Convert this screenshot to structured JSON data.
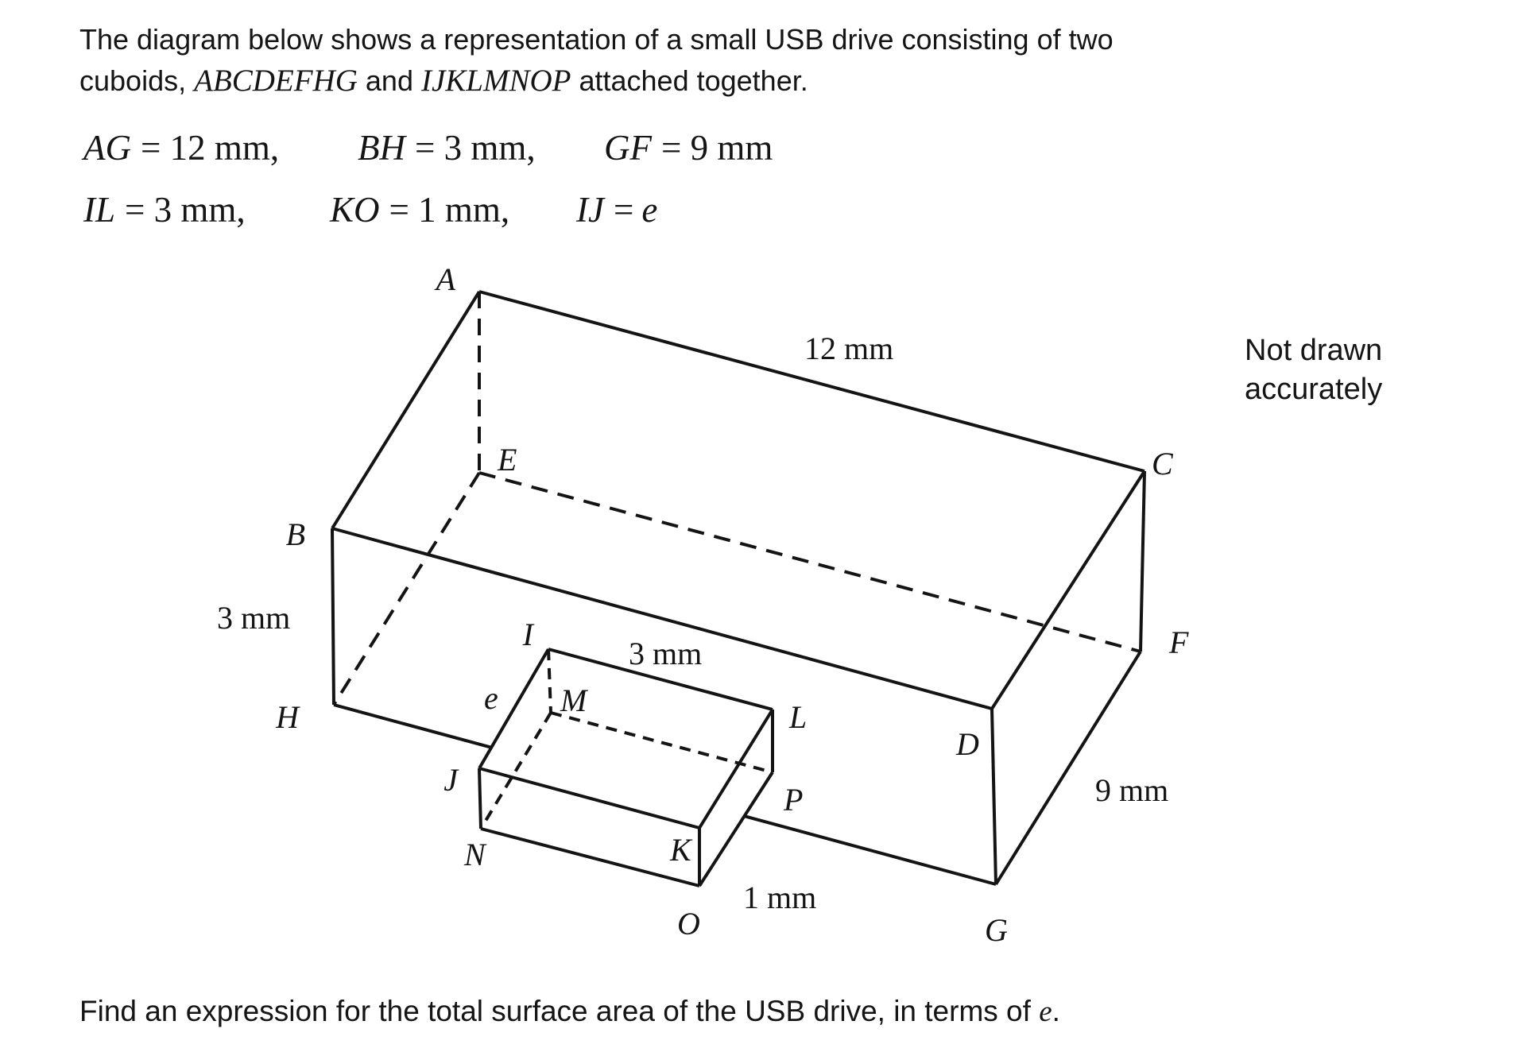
{
  "intro": {
    "line1": "The diagram below shows a representation of a small USB drive consisting of two",
    "line2_pre": "cuboids, ",
    "cuboid1": "ABCDEFHG",
    "line2_mid": " and ",
    "cuboid2": "IJKLMNOP",
    "line2_post": " attached together."
  },
  "given": {
    "eq1_var": "AG",
    "eq1_val": "= 12 mm,",
    "eq2_var": "BH",
    "eq2_val": "= 3 mm,",
    "eq3_var": "GF",
    "eq3_val": "= 9 mm",
    "eq4_var": "IL",
    "eq4_val": "= 3 mm,",
    "eq5_var": "KO",
    "eq5_val": "= 1 mm,",
    "eq6_var": "IJ",
    "eq6_val": "=",
    "eq6_e": "e"
  },
  "note": {
    "line1": "Not drawn",
    "line2": "accurately"
  },
  "diagram": {
    "vertices": {
      "A": "A",
      "B": "B",
      "C": "C",
      "D": "D",
      "E": "E",
      "F": "F",
      "G": "G",
      "H": "H",
      "I": "I",
      "J": "J",
      "K": "K",
      "L": "L",
      "M": "M",
      "N": "N",
      "O": "O",
      "P": "P"
    },
    "dims": {
      "ac": "12 mm",
      "bh": "3 mm",
      "gf": "9 mm",
      "il": "3 mm",
      "ko": "1 mm",
      "ij": "e"
    }
  },
  "question": {
    "pre": "Find an expression for the total surface area of the USB drive, in terms of ",
    "e": "e",
    "post": "."
  }
}
